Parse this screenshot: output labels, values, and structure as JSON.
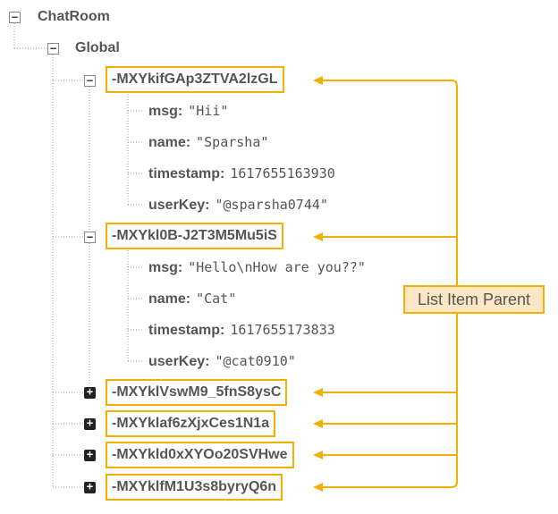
{
  "tree": {
    "root_label": "ChatRoom",
    "child_label": "Global",
    "entries": [
      {
        "key": "-MXYkifGAp3ZTVA2lzGL",
        "expanded": true,
        "fields": [
          {
            "name": "msg:",
            "value": "\"Hii\""
          },
          {
            "name": "name:",
            "value": "\"Sparsha\""
          },
          {
            "name": "timestamp:",
            "value": "1617655163930"
          },
          {
            "name": "userKey:",
            "value": "\"@sparsha0744\""
          }
        ]
      },
      {
        "key": "-MXYkl0B-J2T3M5Mu5iS",
        "expanded": true,
        "fields": [
          {
            "name": "msg:",
            "value": "\"Hello\\nHow are you??\""
          },
          {
            "name": "name:",
            "value": "\"Cat\""
          },
          {
            "name": "timestamp:",
            "value": "1617655173833"
          },
          {
            "name": "userKey:",
            "value": "\"@cat0910\""
          }
        ]
      },
      {
        "key": "-MXYklVswM9_5fnS8ysC",
        "expanded": false
      },
      {
        "key": "-MXYklaf6zXjxCes1N1a",
        "expanded": false
      },
      {
        "key": "-MXYkld0xXYOo20SVHwe",
        "expanded": false
      },
      {
        "key": "-MXYklfM1U3s8byryQ6n",
        "expanded": false
      }
    ]
  },
  "callout": {
    "label": "List Item Parent"
  },
  "colors": {
    "highlight": "#f0b100",
    "callout_fill": "#fde6c3",
    "text": "#555555"
  }
}
